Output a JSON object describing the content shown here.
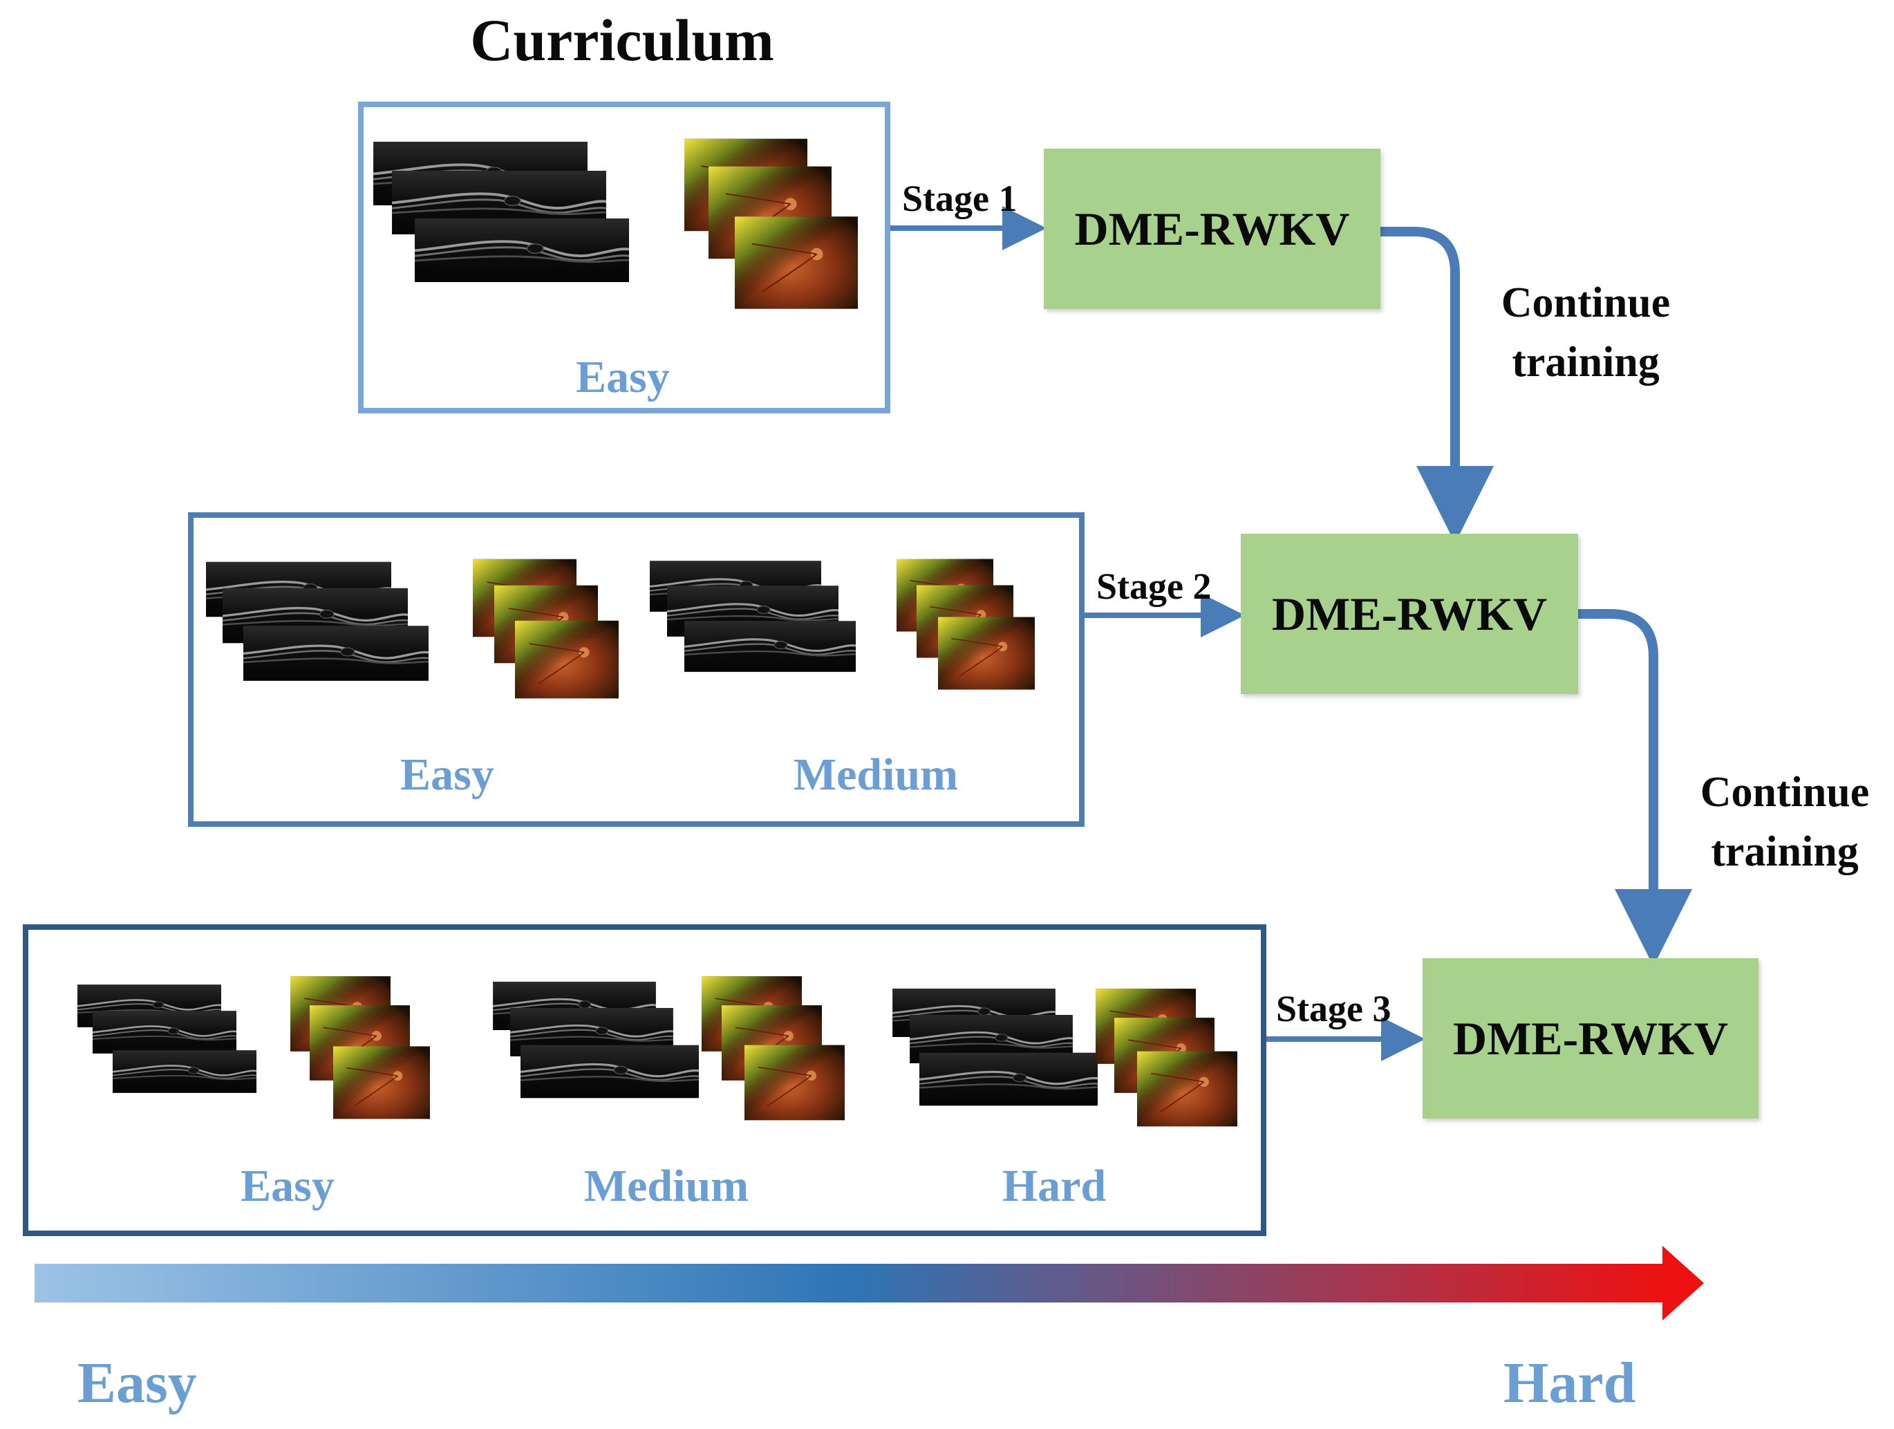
{
  "title": "Curriculum",
  "stages": [
    {
      "label": "Stage 1",
      "levels": [
        "Easy"
      ],
      "model": "DME-RWKV"
    },
    {
      "label": "Stage 2",
      "levels": [
        "Easy",
        "Medium"
      ],
      "model": "DME-RWKV"
    },
    {
      "label": "Stage 3",
      "levels": [
        "Easy",
        "Medium",
        "Hard"
      ],
      "model": "DME-RWKV"
    }
  ],
  "transitions": [
    {
      "line1": "Continue",
      "line2": "training"
    },
    {
      "line1": "Continue",
      "line2": "training"
    }
  ],
  "difficulty_axis": {
    "start": "Easy",
    "end": "Hard"
  },
  "colors": {
    "model_fill": "#a8d18d",
    "box_stage1": "#7aa6d4",
    "box_stage2": "#4f7dae",
    "box_stage3": "#2e5984",
    "arrow": "#4a7db8",
    "level_text": "#6b9fd3",
    "gradient_start": "#9dc3e6",
    "gradient_mid": "#2e75b6",
    "gradient_end": "#ee1111"
  },
  "icons": [
    "oct-scan-stack-icon",
    "fundus-image-stack-icon"
  ]
}
